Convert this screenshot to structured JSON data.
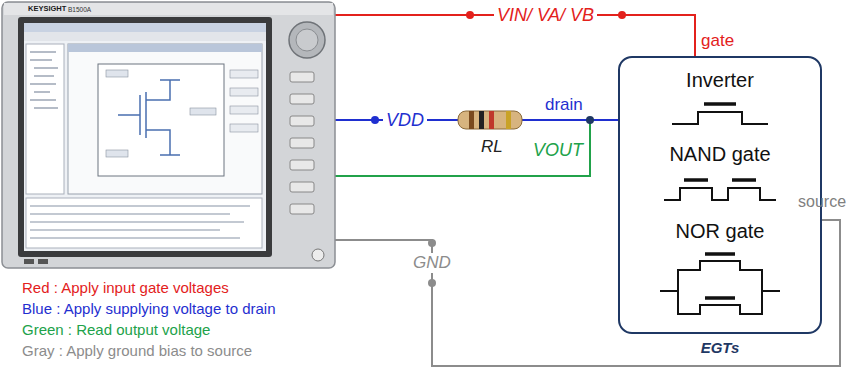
{
  "diagram": {
    "nodes": [
      {
        "text": [
          "KEYSIGHT",
          "B1500A"
        ]
      },
      {
        "text": [
          "Inverter",
          "NAND gate",
          "NOR gate",
          "EGTs"
        ]
      }
    ],
    "edges": [
      {
        "from": 0,
        "to": 1,
        "arrow": "none",
        "label": "VIN/ VA/ VB"
      },
      {
        "from": 0,
        "to": 1,
        "arrow": "none",
        "label": "VOUT"
      },
      {
        "from": 0,
        "to": 1,
        "arrow": "none",
        "label": "VDD"
      },
      {
        "from": 0,
        "to": 1,
        "arrow": "none",
        "label": "GND"
      }
    ],
    "labels": [
      "gate",
      "RL",
      "drain",
      "source"
    ],
    "legend": [
      {
        "text": "Red : Apply input gate voltages",
        "color": "#e3211c"
      },
      {
        "text": "Blue : Apply supplying voltage to drain",
        "color": "#1f2fd0"
      },
      {
        "text": "Green : Read output voltage",
        "color": "#21a24a"
      },
      {
        "text": "Gray : Apply ground bias to source",
        "color": "#8c8c8c"
      }
    ]
  }
}
